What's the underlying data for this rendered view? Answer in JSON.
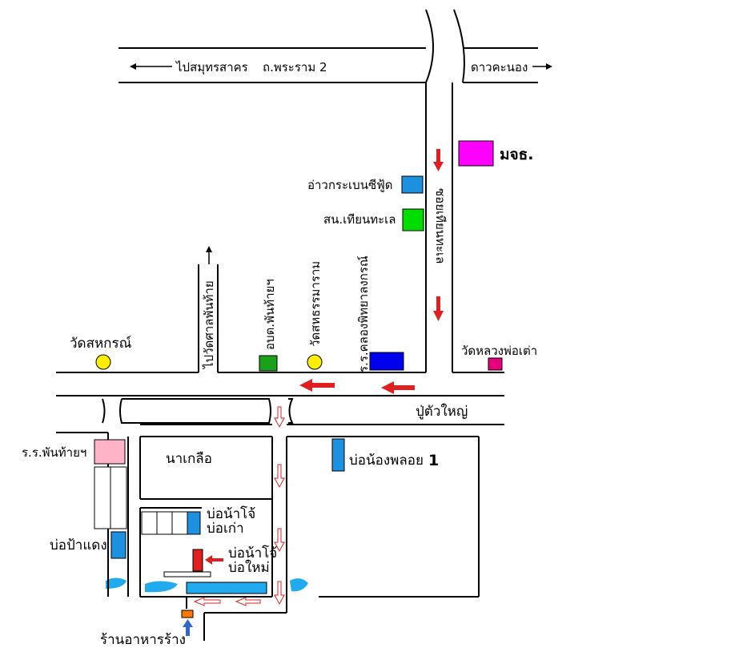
{
  "labels": {
    "to_samut_sakhon": "ไปสมุทรสาคร",
    "rama2_road": "ถ.พระราม 2",
    "dao_khanong": "ดาวคะนอง",
    "kmutt": "มจธ.",
    "ao_krabaen_seafood": "อ่าวกระเบนซีฟู้ด",
    "sor_nor_thian_thale": "สน.เทียนทะเล",
    "soi_thian_thale": "ซอยเทียนทะเล",
    "to_wat_phan_thai": "ไปวัดศาลพันท้าย",
    "or_bor_tor_phan_thai": "อบต.พันท้ายฯ",
    "wat_sahathammaram": "วัดสหธรรมาราม",
    "rong_rian_khlong_phitthaya": "ร.ร.คลองพิทยาลงกรณ์",
    "wat_sahakorn": "วัดสหกรณ์",
    "wat_luang_pho_tao": "วัดหลวงพ่อเต่า",
    "pu_tua_yai": "ปู่ตัวใหญ่",
    "rong_rian_phan_thai": "ร.ร.พันท้ายฯ",
    "na_kluea": "นาเกลือ",
    "bo_nong_ploy": "บ่อน้องพลอย",
    "bo_nong_ploy_num": "1",
    "bo_pa_daeng": "บ่อป้าแดง",
    "bo_nam_jo_old_1": "บ่อน้าโจ้",
    "bo_nam_jo_old_2": "บ่อเก่า",
    "bo_nam_jo_new_1": "บ่อน้าโจ้",
    "bo_nam_jo_new_2": "บ่อใหม่",
    "restaurant": "ร้านอาหารร้าง"
  },
  "colors": {
    "kmutt": "#ff00ff",
    "seafood": "#1e90e0",
    "police": "#00dd00",
    "school": "#0000ee",
    "obt": "#1aa01a",
    "temple": "#ffee00",
    "wat_luang": "#e6007e",
    "pink_school": "#ffb3c6",
    "pond_blue": "#1e90e0",
    "pond_red": "#e02020",
    "restaurant": "#ff7700",
    "arrow_red": "#e02020",
    "arrow_blue": "#3366cc",
    "water": "#22aaee"
  }
}
